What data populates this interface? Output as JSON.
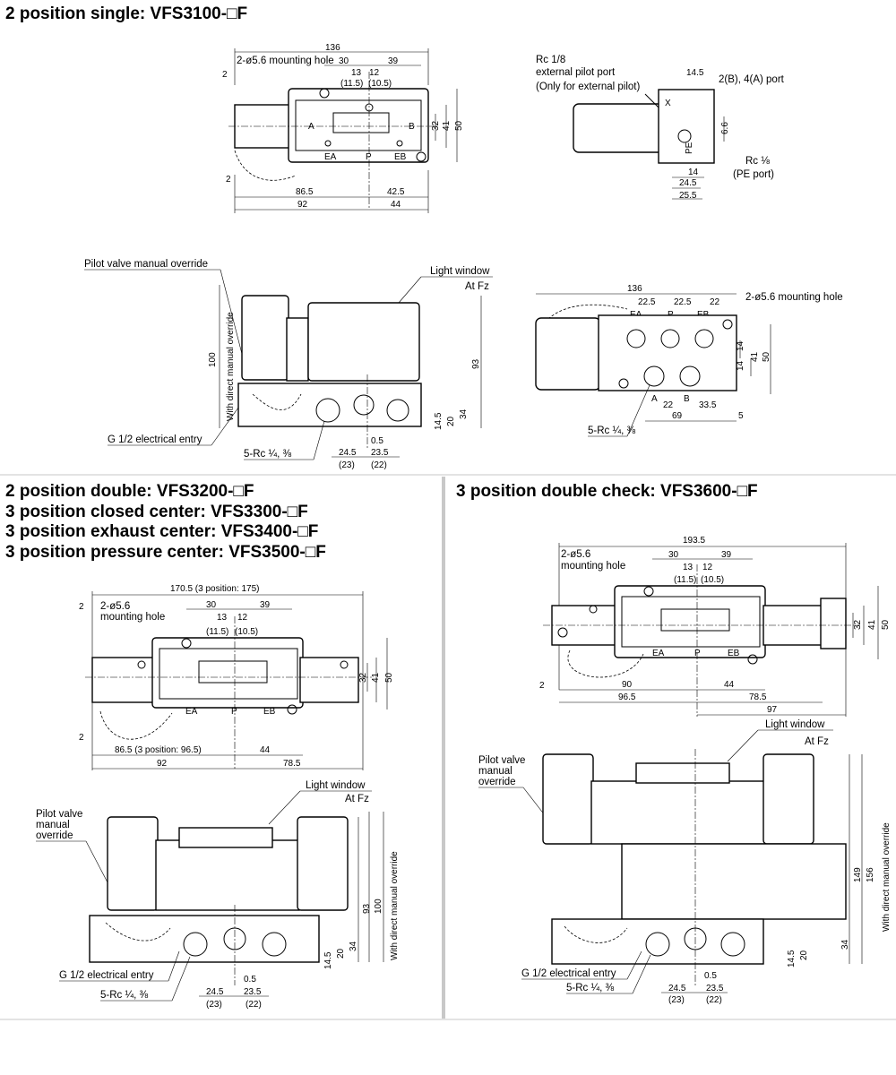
{
  "headings": {
    "single": {
      "prefix": "2 position single: ",
      "model": "VFS3100-□F"
    },
    "double": {
      "prefix": "2 position double: ",
      "model": "VFS3200-□F"
    },
    "closed": {
      "prefix": "3 position closed center: ",
      "model": "VFS3300-□F"
    },
    "exhaust": {
      "prefix": "3 position exhaust center: ",
      "model": "VFS3400-□F"
    },
    "pressure": {
      "prefix": "3 position pressure center: ",
      "model": "VFS3500-□F"
    },
    "check": {
      "prefix": "3 position double check: ",
      "model": "VFS3600-□F"
    }
  },
  "labels": {
    "mounting_hole": "2-ø5.6 mounting hole",
    "mounting_hole_l1": "2-ø5.6",
    "mounting_hole_l2": "mounting hole",
    "rc18": "Rc 1/8",
    "ext_pilot": "external pilot port",
    "only_ext": "(Only for external pilot)",
    "ports_ab": "2(B), 4(A) port",
    "rc_pe": "Rc ⅛",
    "pe_port": "(PE port)",
    "pilot_override": "Pilot valve manual override",
    "pilot_l1": "Pilot valve",
    "pilot_l2": "manual",
    "pilot_l3": "override",
    "light_window": "Light window",
    "at_fz": "At Fz",
    "with_direct": "With direct manual override",
    "g12": "G 1/2 electrical entry",
    "rc14": "5-Rc ¼, ⅜",
    "port_a": "A",
    "port_b": "B",
    "port_p": "P",
    "port_ea": "EA",
    "port_eb": "EB",
    "port_pe": "PE",
    "port_x": "X"
  },
  "dims": {
    "d136": "136",
    "d30": "30",
    "d39": "39",
    "d13": "13",
    "d12": "12",
    "d115": "(11.5)",
    "d105": "(10.5)",
    "d32": "32",
    "d41": "41",
    "d50": "50",
    "d2": "2",
    "d865": "86.5",
    "d425": "42.5",
    "d92": "92",
    "d44": "44",
    "d145": "14.5",
    "d66": "6.6",
    "d14": "14",
    "d245": "24.5",
    "d255": "25.5",
    "d100": "100",
    "d93": "93",
    "d20": "20",
    "d34": "34",
    "d05": "0.5",
    "d235": "23.5",
    "d23": "(23)",
    "d22": "(22)",
    "d225": "22.5",
    "d22b": "22",
    "d335": "33.5",
    "d69": "69",
    "d5": "5",
    "d1705": "170.5 (3 position: 175)",
    "d865b": "86.5 (3 position: 96.5)",
    "d785": "78.5",
    "d1935": "193.5",
    "d90": "90",
    "d965": "96.5",
    "d97": "97",
    "d149": "149",
    "d156": "156"
  }
}
